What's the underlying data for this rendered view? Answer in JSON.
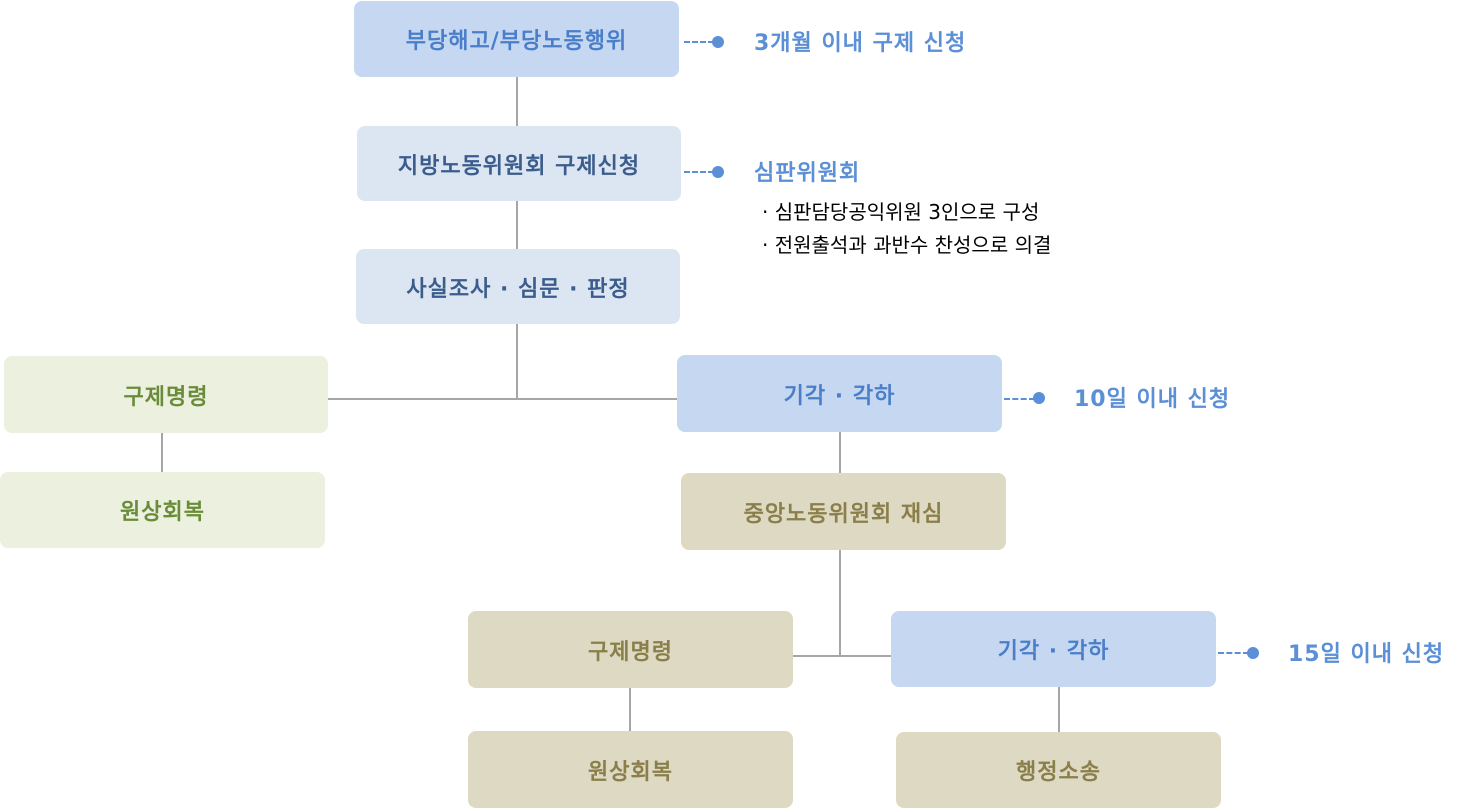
{
  "boxes": {
    "unfair_dismissal": "부당해고/부당노동행위",
    "local_commission": "지방노동위원회 구제신청",
    "investigation": "사실조사 · 심문 · 판정",
    "relief_order_1": "구제명령",
    "restoration_1": "원상회복",
    "dismissal_1": "기각 · 각하",
    "central_commission": "중앙노동위원회 재심",
    "relief_order_2": "구제명령",
    "restoration_2": "원상회복",
    "dismissal_2": "기각 · 각하",
    "admin_litigation": "행정소송"
  },
  "notes": {
    "deadline_3m": "3개월 이내 구제 신청",
    "tribunal_title": "심판위원회",
    "tribunal_item_1": "· 심판담당공익위원 3인으로 구성",
    "tribunal_item_2": "· 전원출석과 과반수 찬성으로 의결",
    "deadline_10d": "10일 이내 신청",
    "deadline_15d": "15일 이내 신청"
  },
  "colors": {
    "blue_box": "#c6d8f1",
    "light_blue_box": "#dce6f2",
    "green_box": "#ebf1de",
    "khaki_box": "#ddd9c3",
    "note_text": "#5b8fd6",
    "connector": "#a6a6a6"
  }
}
